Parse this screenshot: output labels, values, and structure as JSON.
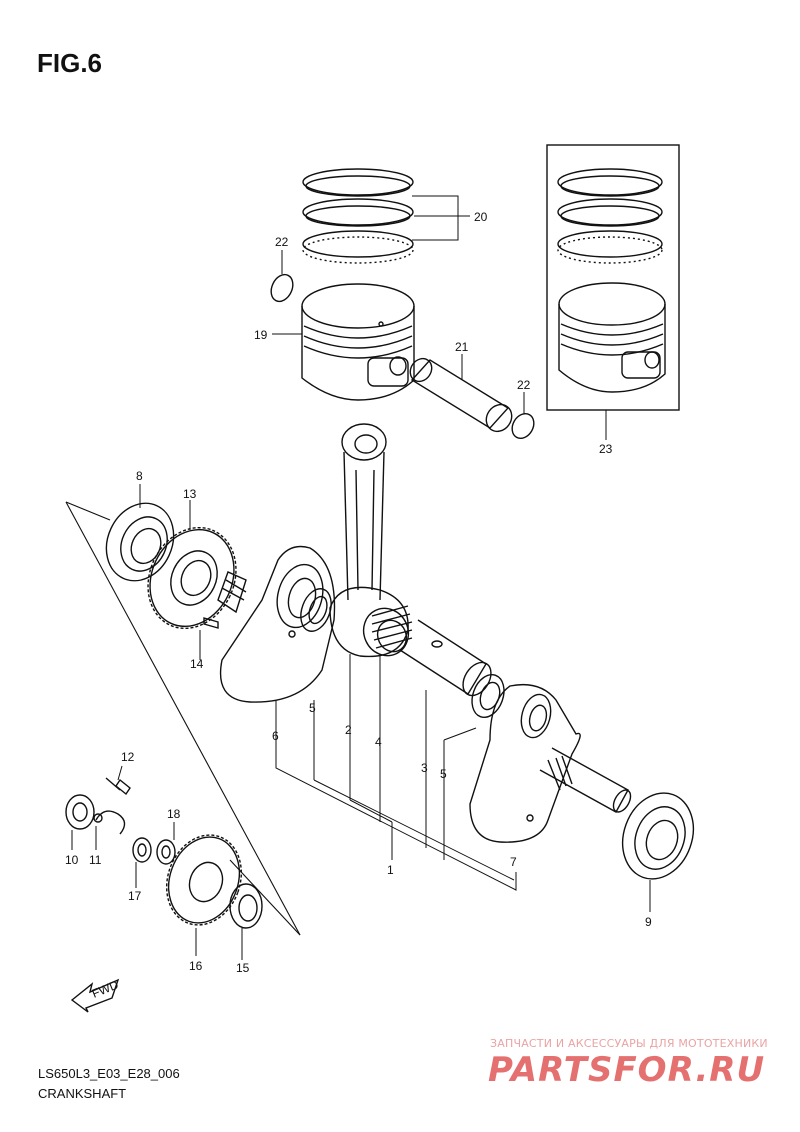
{
  "figure": {
    "title": "FIG.6"
  },
  "footer": {
    "code": "LS650L3_E03_E28_006",
    "name": "CRANKSHAFT"
  },
  "watermark": {
    "tagline": "ЗАПЧАСТИ И АКСЕССУАРЫ ДЛЯ МОТОТЕХНИКИ",
    "logo": "PARTSFOR.RU"
  },
  "fwd_label": "FWD",
  "callouts": {
    "c1": "1",
    "c2": "2",
    "c3": "3",
    "c4": "4",
    "c5a": "5",
    "c5b": "5",
    "c6": "6",
    "c7": "7",
    "c8": "8",
    "c9": "9",
    "c10": "10",
    "c11": "11",
    "c12": "12",
    "c13": "13",
    "c14": "14",
    "c15": "15",
    "c16": "16",
    "c17": "17",
    "c18": "18",
    "c19": "19",
    "c20": "20",
    "c21": "21",
    "c22a": "22",
    "c22b": "22",
    "c23": "23"
  }
}
